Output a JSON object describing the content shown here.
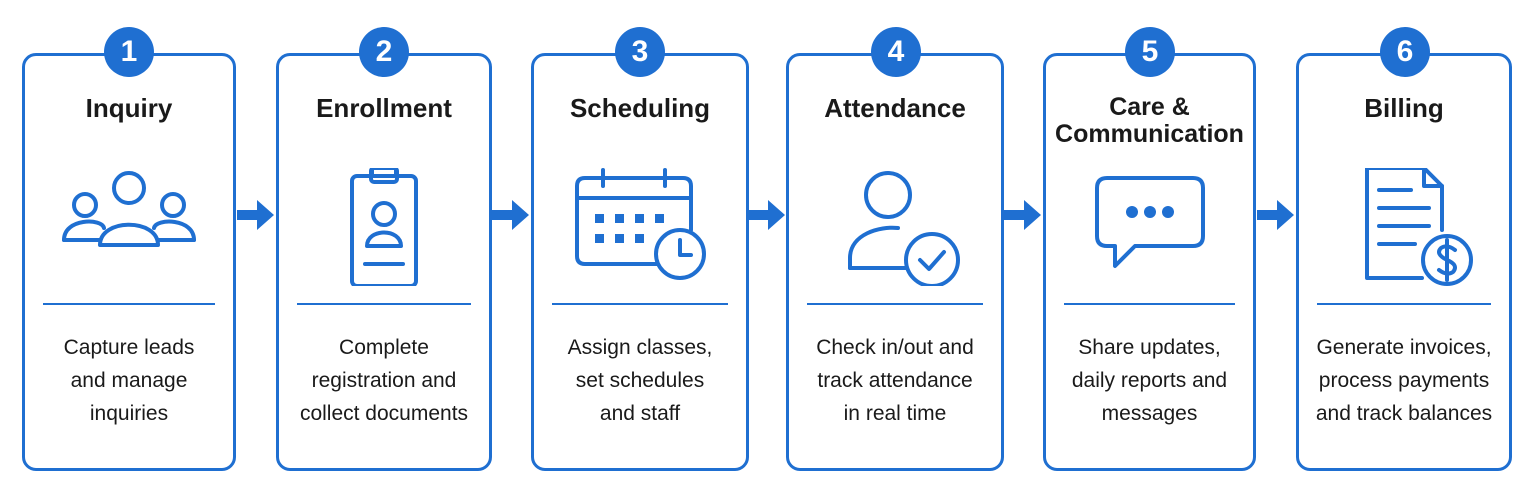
{
  "accent_color": "#1f6fd1",
  "steps": [
    {
      "number": "1",
      "title_lines": [
        "Inquiry"
      ],
      "icon": "people-group-icon",
      "description_lines": [
        "Capture leads",
        "and manage",
        "inquiries"
      ]
    },
    {
      "number": "2",
      "title_lines": [
        "Enrollment"
      ],
      "icon": "clipboard-profile-icon",
      "description_lines": [
        "Complete",
        "registration and",
        "collect documents"
      ]
    },
    {
      "number": "3",
      "title_lines": [
        "Scheduling"
      ],
      "icon": "calendar-clock-icon",
      "description_lines": [
        "Assign classes,",
        "set schedules",
        "and staff"
      ]
    },
    {
      "number": "4",
      "title_lines": [
        "Attendance"
      ],
      "icon": "user-check-icon",
      "description_lines": [
        "Check in/out and",
        "track attendance",
        "in real time"
      ]
    },
    {
      "number": "5",
      "title_lines": [
        "Care &",
        "Communication"
      ],
      "icon": "chat-bubble-icon",
      "description_lines": [
        "Share updates,",
        "daily reports and",
        "messages"
      ]
    },
    {
      "number": "6",
      "title_lines": [
        "Billing"
      ],
      "icon": "invoice-dollar-icon",
      "description_lines": [
        "Generate invoices,",
        "process payments",
        "and track balances"
      ]
    }
  ]
}
